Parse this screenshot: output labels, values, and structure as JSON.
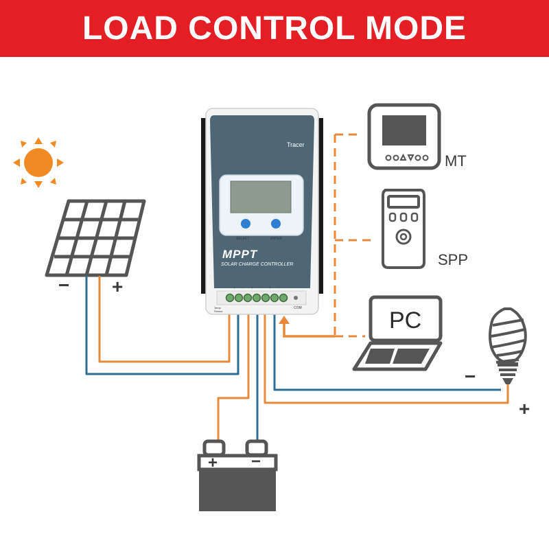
{
  "title": "LOAD CONTROL MODE",
  "colors": {
    "banner": "#e31e24",
    "wire_positive": "#e8883a",
    "wire_negative": "#2e6e96",
    "sun": "#f08a24",
    "device_gray": "#555555",
    "controller_panel": "#4f6775"
  },
  "controller": {
    "brand": "Tracer",
    "model": "MPPT",
    "subtitle": "SOLAR CHARGE CONTROLLER",
    "button_select": "SELECT",
    "button_enter": "ENTER",
    "temp_sensor": "Temp. Sensor",
    "com": "COM"
  },
  "accessories": {
    "mt": "MT",
    "spp": "SPP",
    "pc": "PC"
  },
  "panel_terminals": {
    "minus": "−",
    "plus": "+"
  },
  "load_terminals": {
    "minus": "−",
    "plus": "+"
  },
  "battery_terminals": {
    "plus": "+",
    "minus": "−"
  }
}
